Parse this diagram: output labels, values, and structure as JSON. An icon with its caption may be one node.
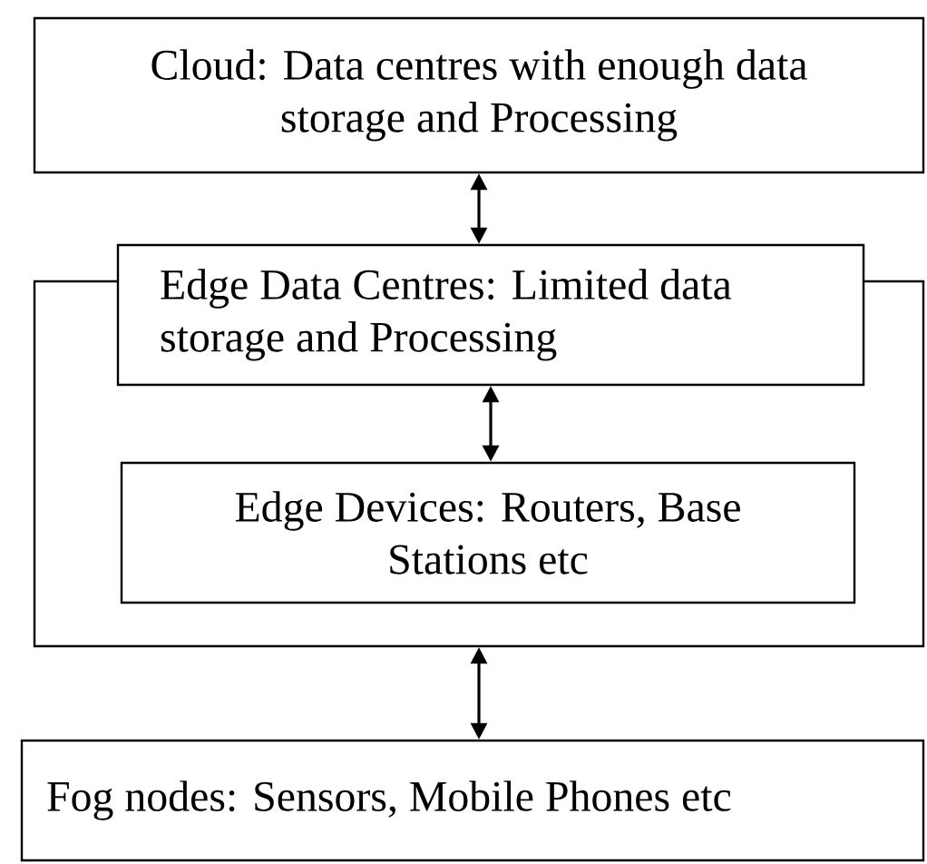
{
  "diagram": {
    "nodes": [
      {
        "text": [
          "Cloud: Data centres with enough data storage and Processing"
        ]
      },
      {
        "text": [],
        "shape": "box"
      },
      {
        "text": [
          "Edge Data Centres: Limited data storage and Processing"
        ]
      },
      {
        "text": [
          "Edge Devices: Routers, Base Stations etc"
        ],
        "in": 1
      },
      {
        "text": [
          "Fog nodes: Sensors, Mobile Phones etc"
        ]
      }
    ],
    "edges": [
      {
        "from": 0,
        "to": 2,
        "arrow": "both"
      },
      {
        "from": 2,
        "to": 3,
        "arrow": "both"
      },
      {
        "from": 1,
        "to": 4,
        "arrow": "both"
      }
    ]
  }
}
